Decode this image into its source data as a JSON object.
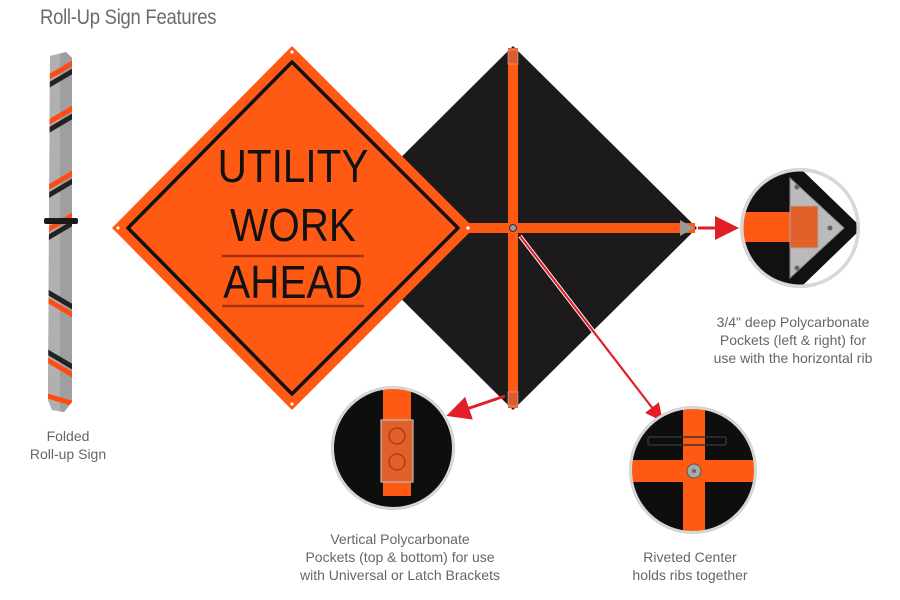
{
  "title": "Roll-Up Sign Features",
  "sign": {
    "lines": [
      "UTILITY",
      "WORK",
      "AHEAD"
    ],
    "face_color": "#ff5a14",
    "back_color": "#1c1a1a",
    "rib_color": "#ff5a14",
    "border_color": "#111111"
  },
  "accent_color": "#e21f26",
  "captions": {
    "folded": [
      "Folded",
      "Roll-up Sign"
    ],
    "horizontal_pockets": [
      "3/4\" deep Polycarbonate",
      "Pockets (left & right) for",
      "use with the horizontal rib"
    ],
    "vertical_pockets": [
      "Vertical Polycarbonate",
      "Pockets (top & bottom) for use",
      "with Universal or Latch Brackets"
    ],
    "riveted_center": [
      "Riveted Center",
      "holds ribs together"
    ]
  },
  "icons": {
    "folded_sign": "rolled-sign-icon",
    "callout_arrow": "arrow-icon",
    "detail_circle": "magnify-circle-icon"
  }
}
